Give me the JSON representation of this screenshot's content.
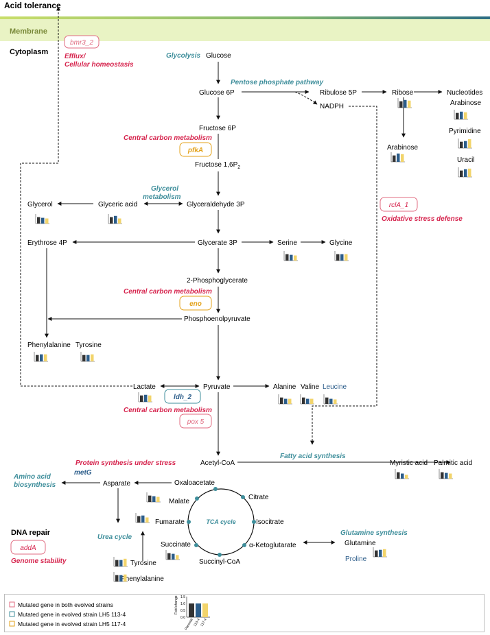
{
  "colors": {
    "teal": "#3e8e9b",
    "red": "#d6254e",
    "orange": "#e3a21a",
    "blue": "#2c5d8a",
    "membrane": "#e9f3c4",
    "bar_parental": "#333333",
    "bar_113": "#2c5d8a",
    "bar_117": "#f2d46b"
  },
  "labels": {
    "acid_tolerance": "Acid tolerance",
    "membrane": "Membrane",
    "cytoplasm": "Cytoplasm",
    "dna_repair": "DNA repair"
  },
  "pathways": {
    "glycolysis": "Glycolysis",
    "ppp": "Pentose phosphate pathway",
    "glycerol_1": "Glycerol",
    "glycerol_2": "metabolism",
    "fatty_acid": "Fatty acid synthesis",
    "amino_1": "Amino acid",
    "amino_2": "biosynthesis",
    "urea": "Urea cycle",
    "glutamine_syn": "Glutamine synthesis",
    "tca": "TCA cycle"
  },
  "functions": {
    "efflux_1": "Efflux/",
    "efflux_2": "Cellular homeostasis",
    "ccm_1": "Central carbon metabolism",
    "ccm_2": "Central carbon metabolism",
    "ccm_3": "Central carbon metabolism",
    "oxidative": "Oxidative stress defense",
    "protein": "Protein synthesis under stress",
    "genome": "Genome stability"
  },
  "genes": {
    "bmr3": "bmr3_2",
    "pfkA": "pfkA",
    "eno": "eno",
    "rclA": "rclA_1",
    "ldh": "ldh_2",
    "pox": "pox 5",
    "metG": "metG",
    "addA": "addA"
  },
  "metabolites": {
    "glucose": "Glucose",
    "glucose6p": "Glucose 6P",
    "ribulose5p": "Ribulose 5P",
    "ribose": "Ribose",
    "nucleotides": "Nucleotides",
    "arabinose_r": "Arabinose",
    "pyrimidine": "Pyrimidine",
    "uracil": "Uracil",
    "nadph": "NADPH",
    "fructose6p": "Fructose 6P",
    "arabinose_m": "Arabinose",
    "fructose16p": "Fructose 1,6P",
    "fructose16p_sub": "2",
    "glycerol": "Glycerol",
    "glyceric": "Glyceric acid",
    "g3p": "Glyceraldehyde 3P",
    "erythrose": "Erythrose 4P",
    "glycerate3p": "Glycerate 3P",
    "serine": "Serine",
    "glycine": "Glycine",
    "pg2": "2-Phosphoglycerate",
    "pep": "Phosphoenolpyruvate",
    "phenylalanine": "Phenylalanine",
    "tyrosine": "Tyrosine",
    "lactate": "Lactate",
    "pyruvate": "Pyruvate",
    "alanine": "Alanine",
    "valine": "Valine",
    "leucine": "Leucine",
    "acetylcoa": "Acetyl-CoA",
    "myristic": "Myristic acid",
    "palmitic": "Palmitic acid",
    "oxaloacetate": "Oxaloacetate",
    "asparate": "Asparate",
    "citrate": "Citrate",
    "malate": "Malate",
    "isocitrate": "Isocitrate",
    "fumarate": "Fumarate",
    "succinate": "Succinate",
    "akg": "α-Ketoglutarate",
    "glutamine": "Glutamine",
    "proline": "Proline",
    "succinylcoa": "Succinyl-CoA",
    "tyrosine_b": "Tyrosine",
    "phenylalanine_b": "Phenylalanine"
  },
  "legend": {
    "both": "Mutated gene in both evolved strains",
    "lh113": "Mutated gene in evolved strain LH5 113-4",
    "lh117": "Mutated gene in evolved strain LH5 117-4",
    "ylabel": "Fold change",
    "ticks": [
      "0.0",
      "0.5",
      "1.0",
      "1.5"
    ],
    "bar_labels": [
      "Parental",
      "113-4",
      "117-4"
    ],
    "values": [
      1.0,
      1.0,
      1.0
    ],
    "ylim": [
      0,
      1.5
    ]
  },
  "mini_charts": [
    {
      "id": "ribose",
      "values": [
        1.0,
        1.2,
        1.1
      ]
    },
    {
      "id": "arabinose-ribose",
      "values": [
        1.0,
        1.3,
        1.2
      ]
    },
    {
      "id": "pyrimidine",
      "values": [
        1.0,
        1.1,
        1.4
      ]
    },
    {
      "id": "uracil",
      "values": [
        1.0,
        1.2,
        1.3
      ]
    },
    {
      "id": "arabinose",
      "values": [
        1.0,
        1.2,
        1.1
      ]
    },
    {
      "id": "glycerol",
      "values": [
        1.0,
        0.9,
        0.8
      ]
    },
    {
      "id": "glyceric-acid",
      "values": [
        1.0,
        1.2,
        0.8
      ]
    },
    {
      "id": "serine",
      "values": [
        1.0,
        0.9,
        0.8
      ]
    },
    {
      "id": "glycine",
      "values": [
        1.0,
        1.0,
        1.0
      ]
    },
    {
      "id": "phenylalanine",
      "values": [
        1.0,
        1.1,
        1.1
      ]
    },
    {
      "id": "tyrosine",
      "values": [
        1.0,
        1.0,
        1.1
      ]
    },
    {
      "id": "lactate",
      "values": [
        1.0,
        1.1,
        1.0
      ]
    },
    {
      "id": "alanine",
      "values": [
        1.0,
        0.8,
        0.8
      ]
    },
    {
      "id": "valine",
      "values": [
        1.0,
        0.8,
        0.8
      ]
    },
    {
      "id": "leucine",
      "values": [
        1.0,
        0.8,
        0.7
      ]
    },
    {
      "id": "myristic-acid",
      "values": [
        1.0,
        0.8,
        0.6
      ]
    },
    {
      "id": "palmitic-acid",
      "values": [
        1.0,
        0.9,
        0.8
      ]
    },
    {
      "id": "malate",
      "values": [
        1.0,
        0.9,
        0.8
      ]
    },
    {
      "id": "fumarate",
      "values": [
        1.0,
        1.1,
        0.8
      ]
    },
    {
      "id": "succinate",
      "values": [
        1.0,
        0.9,
        0.7
      ]
    },
    {
      "id": "proline",
      "values": [
        1.0,
        1.1,
        1.2
      ]
    },
    {
      "id": "tyrosine-bottom",
      "values": [
        1.0,
        1.0,
        1.2
      ]
    },
    {
      "id": "phenylalanine-bottom",
      "values": [
        1.0,
        1.0,
        1.1
      ]
    }
  ]
}
